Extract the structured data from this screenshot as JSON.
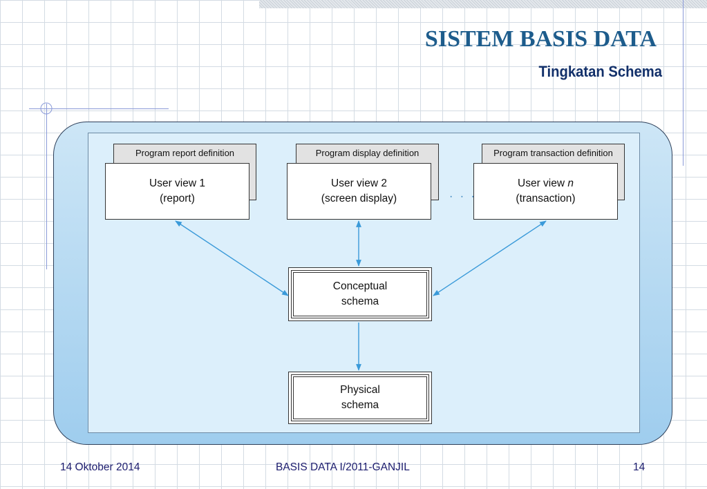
{
  "slide": {
    "title": "SISTEM BASIS DATA",
    "subtitle": "Tingkatan Schema"
  },
  "diagram": {
    "views": [
      {
        "program": "Program report definition",
        "line1": "User view 1",
        "line2": "(report)"
      },
      {
        "program": "Program display definition",
        "line1": "User view 2",
        "line2": "(screen display)"
      },
      {
        "program": "Program transaction definition",
        "line1": "User view ",
        "line1_italic": "n",
        "line2": "(transaction)"
      }
    ],
    "ellipsis": "· · ·",
    "conceptual": {
      "line1": "Conceptual",
      "line2": "schema"
    },
    "physical": {
      "line1": "Physical",
      "line2": "schema"
    },
    "arrow_color": "#3a9ad9"
  },
  "footer": {
    "date": "14 Oktober 2014",
    "center": "BASIS DATA I/2011-GANJIL",
    "page_number": "14"
  }
}
